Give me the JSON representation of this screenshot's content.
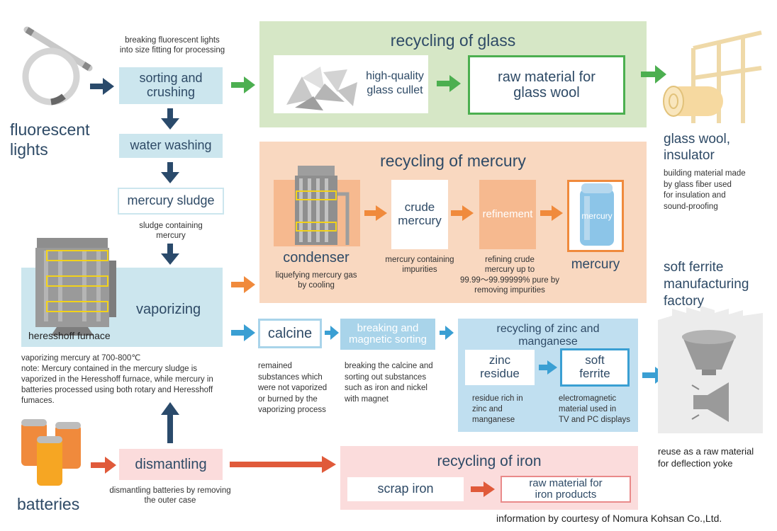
{
  "inputs": {
    "fluorescent": {
      "label_line1": "fluorescent",
      "label_line2": "lights"
    },
    "batteries": {
      "label": "batteries"
    }
  },
  "steps": {
    "sorting": {
      "label_line1": "sorting and",
      "label_line2": "crushing",
      "note_line1": "breaking fluorescent lights",
      "note_line2": "into size fitting for processing"
    },
    "washing": {
      "label": "water washing"
    },
    "sludge": {
      "label": "mercury sludge",
      "note_line1": "sludge containing",
      "note_line2": "mercury"
    },
    "vaporizing": {
      "label": "vaporizing",
      "furnace_label": "heresshoff furnace",
      "note_lines": [
        "vaporizing mercury at 700-800℃",
        "note: Mercury contained in the mercury sludge is",
        "vaporized in the Heresshoff furnace, while mercury in",
        "batteries processed using both rotary and Heresshoff",
        "fumaces."
      ]
    },
    "dismantling": {
      "label": "dismantling",
      "note_line1": "dismantling batteries by removing",
      "note_line2": "the outer case"
    },
    "calcine": {
      "label": "calcine",
      "note_lines": [
        "remained",
        "substances which",
        "were not vaporized",
        "or burned by the",
        "vaporizing process"
      ]
    },
    "magnetic": {
      "label_line1": "breaking and",
      "label_line2": "magnetic sorting",
      "note_lines": [
        "breaking the calcine and",
        "sorting out substances",
        "such as iron and nickel",
        "with magnet"
      ]
    }
  },
  "glass": {
    "title": "recycling of glass",
    "cullet_line1": "high-quality",
    "cullet_line2": "glass cullet",
    "raw_line1": "raw material for",
    "raw_line2": "glass wool",
    "product_line1": "glass wool,",
    "product_line2": "insulator",
    "desc_lines": [
      "building material made",
      "by glass fiber used",
      "for insulation and",
      "sound-proofing"
    ]
  },
  "mercury": {
    "title": "recycling of mercury",
    "condenser": "condenser",
    "condenser_note_line1": "liquefying mercury gas",
    "condenser_note_line2": "by cooling",
    "crude_line1": "crude",
    "crude_line2": "mercury",
    "crude_note_line1": "mercury containing",
    "crude_note_line2": "impurities",
    "refinement": "refinement",
    "refine_note_lines": [
      "refining crude",
      "mercury up to",
      "99.99～99.99999% pure by",
      "removing impurities"
    ],
    "product": "mercury",
    "can_label": "mercury"
  },
  "zinc": {
    "title_line1": "recycling of zinc and",
    "title_line2": "manganese",
    "residue_line1": "zinc",
    "residue_line2": "residue",
    "residue_note_lines": [
      "residue rich in",
      "zinc and",
      "manganese"
    ],
    "ferrite_line1": "soft",
    "ferrite_line2": "ferrite",
    "ferrite_note_lines": [
      "electromagnetic",
      "material used in",
      "TV and PC displays"
    ],
    "factory_lines": [
      "soft ferrite",
      "manufacturing",
      "factory"
    ],
    "reuse_line1": "reuse as a raw material",
    "reuse_line2": "for deflection yoke"
  },
  "iron": {
    "title": "recycling of iron",
    "scrap": "scrap iron",
    "raw_line1": "raw material for",
    "raw_line2": "iron products"
  },
  "credit": "information by courtesy of Nomura Kohsan Co.,Ltd.",
  "colors": {
    "navy_arrow": "#2a4a6b",
    "green": "#4caf50",
    "orange": "#f08a3c",
    "blue": "#3a9fd3",
    "red": "#e05a3a",
    "step_box": "#cce6ee",
    "glass_bg": "#d6e7c6",
    "mercury_bg": "#f9d8c0",
    "zinc_bg": "#c0dff0",
    "iron_bg": "#fbdcdc"
  }
}
